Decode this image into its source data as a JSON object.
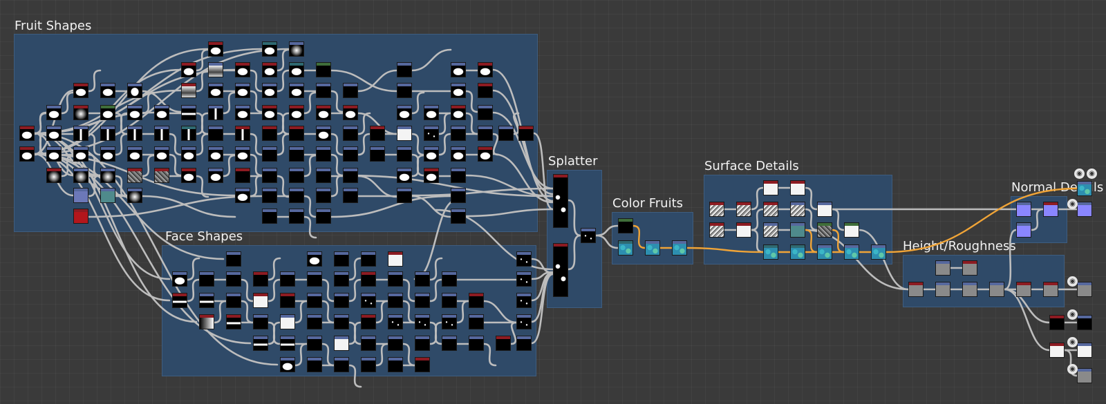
{
  "frames": [
    {
      "id": "fruit",
      "title": "Fruit Shapes"
    },
    {
      "id": "face",
      "title": "Face Shapes"
    },
    {
      "id": "splatter",
      "title": "Splatter"
    },
    {
      "id": "color",
      "title": "Color Fruits"
    },
    {
      "id": "surface",
      "title": "Surface Details"
    },
    {
      "id": "normal",
      "title": "Normal Details"
    },
    {
      "id": "height",
      "title": "Height/Roughness"
    }
  ],
  "colors": {
    "canvas": "#3a3a3a",
    "frame": "#2f4a68",
    "header_red": "#8d1b22",
    "header_blue": "#56689e",
    "header_green": "#3f6e3a",
    "header_teal": "#2f6a72",
    "wire": "#bdbdbd",
    "wire_highlight": "#f0a437",
    "normal_node": "#7d79ee"
  },
  "icons": {
    "output_port": "output-node-icon",
    "preview": "preview-icon"
  }
}
